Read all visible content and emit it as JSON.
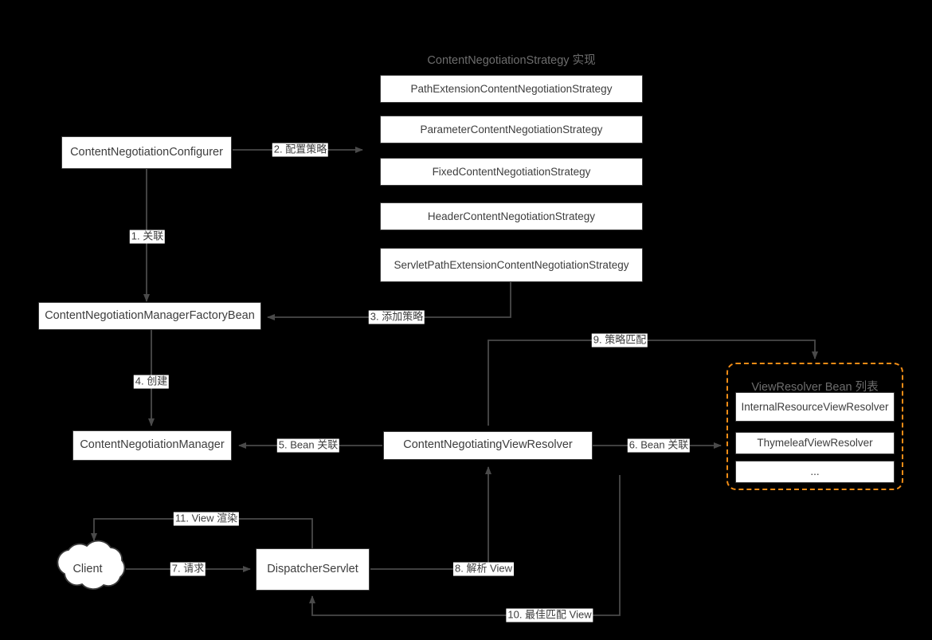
{
  "diagram": {
    "title": "Spring MVC ContentNegotiation flow",
    "background": "#000000",
    "node_fill": "#ffffff",
    "node_stroke": "#3a3a3a",
    "text_color": "#3d3d3d",
    "muted_text_color": "#6d6d6d",
    "edge_color": "#4a4a4a",
    "group_accent": "#f08c16"
  },
  "groups": {
    "strategy_group": {
      "title": "ContentNegotiationStrategy 实现"
    },
    "viewresolver_group": {
      "title": "ViewResolver Bean 列表"
    }
  },
  "nodes": {
    "configurer": {
      "label": "ContentNegotiationConfigurer"
    },
    "factory_bean": {
      "label": "ContentNegotiationManagerFactoryBean"
    },
    "manager": {
      "label": "ContentNegotiationManager"
    },
    "negotiating_view_resolver": {
      "label": "ContentNegotiatingViewResolver"
    },
    "dispatcher_servlet": {
      "label": "DispatcherServlet"
    },
    "client": {
      "label": "Client"
    },
    "strategies": [
      {
        "label": "PathExtensionContentNegotiationStrategy"
      },
      {
        "label": "ParameterContentNegotiationStrategy"
      },
      {
        "label": "FixedContentNegotiationStrategy"
      },
      {
        "label": "HeaderContentNegotiationStrategy"
      },
      {
        "label": "ServletPathExtensionContentNegotiationStrategy"
      }
    ],
    "view_resolvers": [
      {
        "label": "InternalResourceViewResolver"
      },
      {
        "label": "ThymeleafViewResolver"
      },
      {
        "label": "..."
      }
    ]
  },
  "edges": [
    {
      "id": "e1",
      "label": "1. 关联",
      "from": "configurer",
      "to": "factory_bean"
    },
    {
      "id": "e2",
      "label": "2. 配置策略",
      "from": "configurer",
      "to": "strategy_group"
    },
    {
      "id": "e3",
      "label": "3. 添加策略",
      "from": "strategy_group",
      "to": "factory_bean"
    },
    {
      "id": "e4",
      "label": "4. 创建",
      "from": "factory_bean",
      "to": "manager"
    },
    {
      "id": "e5",
      "label": "5. Bean 关联",
      "from": "negotiating_view_resolver",
      "to": "manager"
    },
    {
      "id": "e6",
      "label": "6. Bean 关联",
      "from": "negotiating_view_resolver",
      "to": "viewresolver_group"
    },
    {
      "id": "e7",
      "label": "7. 请求",
      "from": "client",
      "to": "dispatcher_servlet"
    },
    {
      "id": "e8",
      "label": "8. 解析 View",
      "from": "dispatcher_servlet",
      "to": "negotiating_view_resolver"
    },
    {
      "id": "e9",
      "label": "9. 策略匹配",
      "from": "negotiating_view_resolver",
      "to": "viewresolver_group"
    },
    {
      "id": "e10",
      "label": "10. 最佳匹配 View",
      "from": "viewresolver_group",
      "to": "dispatcher_servlet"
    },
    {
      "id": "e11",
      "label": "11. View 渲染",
      "from": "dispatcher_servlet",
      "to": "client"
    }
  ]
}
